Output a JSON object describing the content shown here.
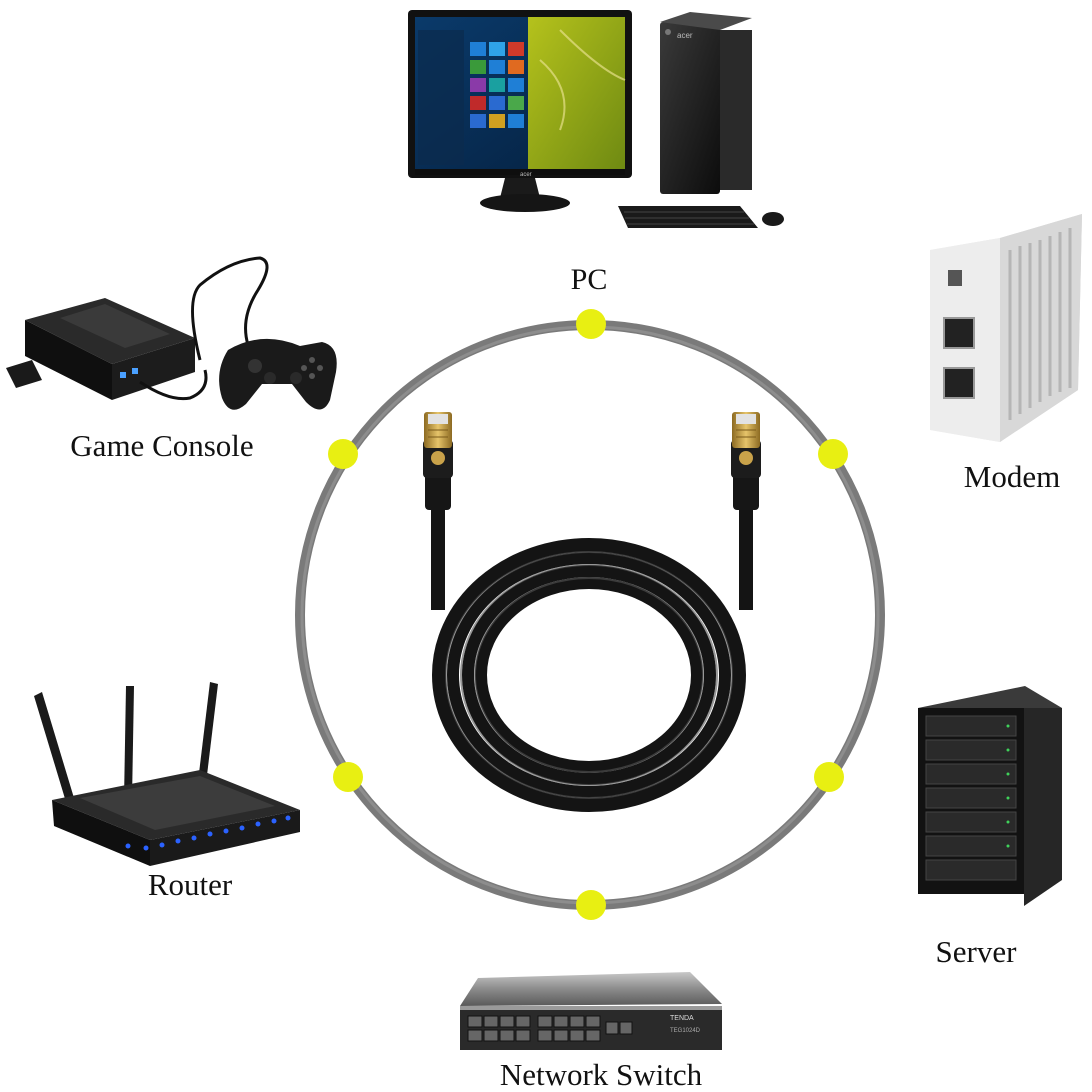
{
  "devices": {
    "pc": {
      "label": "PC",
      "icon": "desktop-computer-icon"
    },
    "game_console": {
      "label": "Game Console",
      "icon": "game-console-icon"
    },
    "modem": {
      "label": "Modem",
      "icon": "modem-icon"
    },
    "router": {
      "label": "Router",
      "icon": "wifi-router-icon"
    },
    "server": {
      "label": "Server",
      "icon": "server-rack-icon"
    },
    "network_switch": {
      "label": "Network Switch",
      "icon": "network-switch-icon"
    }
  },
  "center": {
    "icon": "ethernet-cable-icon"
  },
  "colors": {
    "ring": "#7a7a7a",
    "dot": "#e8ef12",
    "cable": "#141414",
    "connector_gold": "#c9a24a",
    "router_led": "#2b62ff"
  },
  "monitor_brand": "acer",
  "tower_brand": "acer",
  "switch_brand": "TENDA",
  "switch_model": "TEG1024D"
}
